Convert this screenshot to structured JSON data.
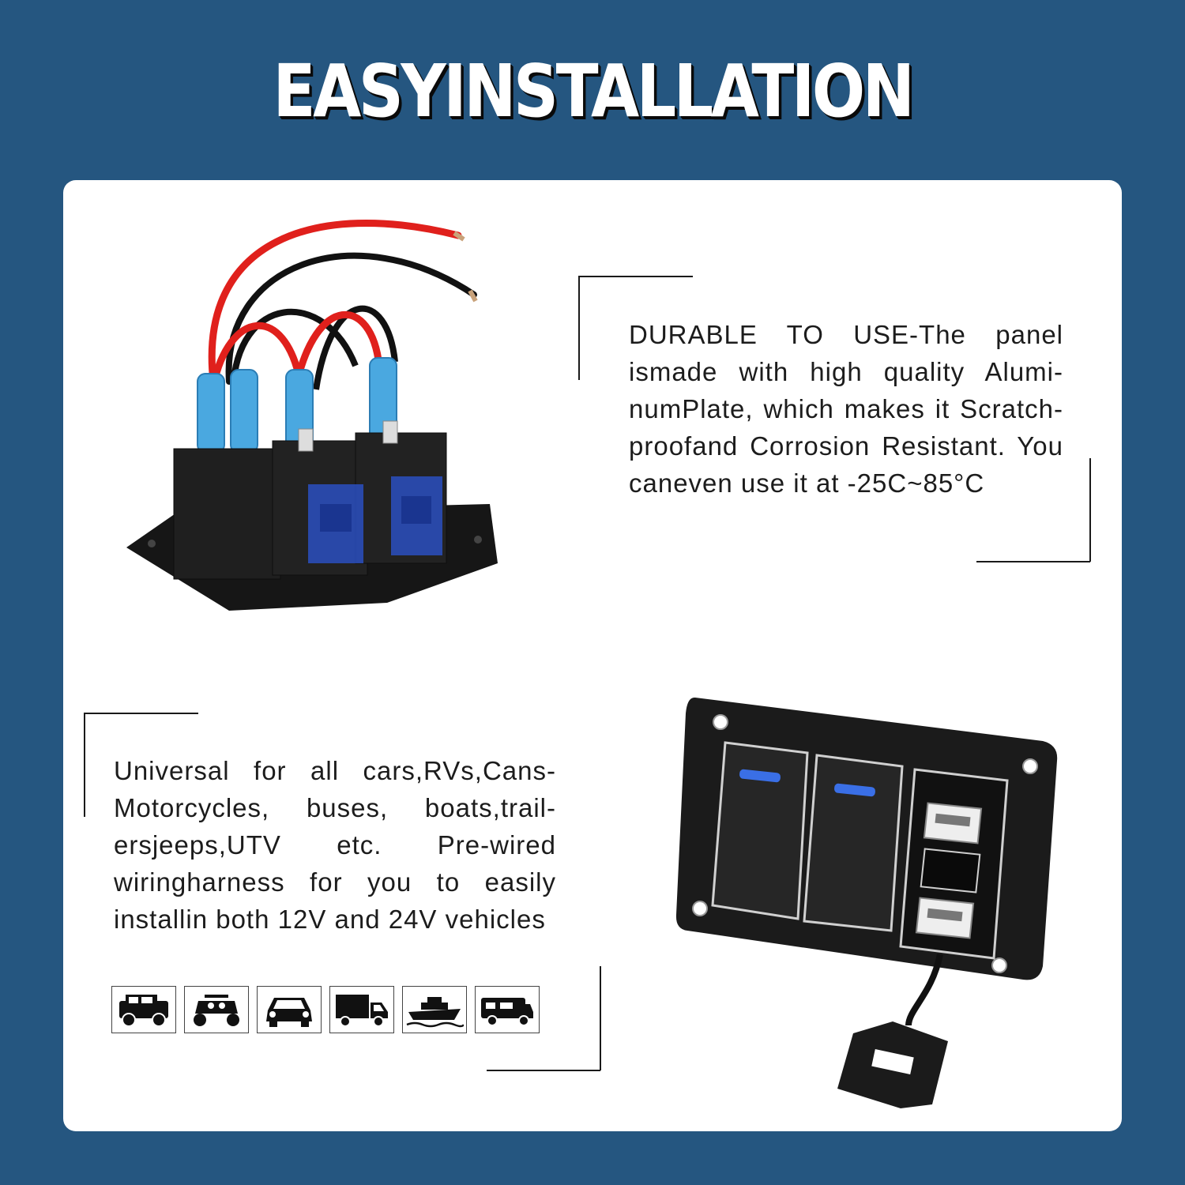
{
  "headline": "EASYINSTALLATION",
  "feature_1": {
    "text": "DURABLE TO USE-The panel ismade with high quality Alumi-numPlate, which makes it Scratch-proofand Corrosion Resistant. You caneven use it at -25C~85°C"
  },
  "feature_2": {
    "text": "Universal for all cars,RVs,Cans-Motorcycles, buses, boats,trail-ersjeeps,UTV etc. Pre-wired wiringharness for you to easily installin both 12V and 24V vehicles"
  },
  "vehicle_icons": [
    "jeep-icon",
    "utv-icon",
    "car-icon",
    "truck-icon",
    "boat-icon",
    "rv-icon"
  ],
  "colors": {
    "background": "#255680",
    "card": "#ffffff",
    "wire_red": "#e0201c",
    "wire_black": "#111111",
    "terminal_blue": "#4aa8e0",
    "switch_blue": "#2a4fc0",
    "panel_black": "#1b1b1b"
  }
}
